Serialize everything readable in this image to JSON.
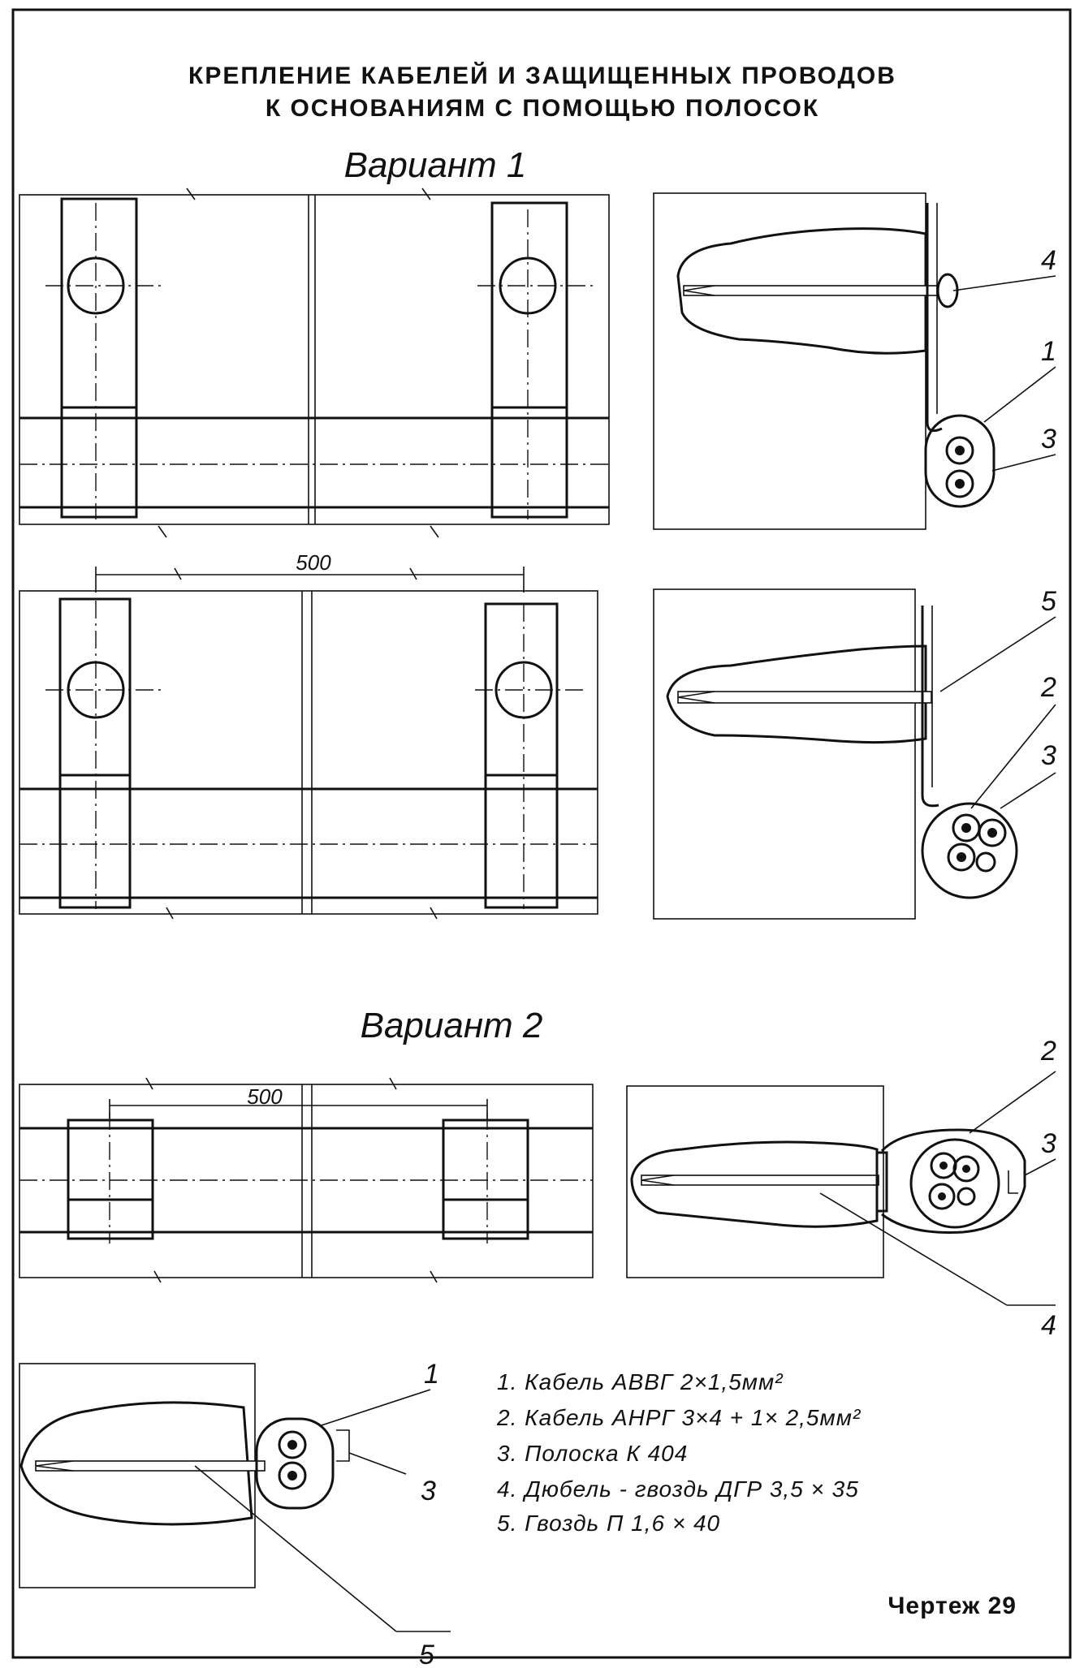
{
  "title": {
    "line1": "КРЕПЛЕНИЕ КАБЕЛЕЙ И ЗАЩИЩЕННЫХ ПРОВОДОВ",
    "line2": "К ОСНОВАНИЯМ С ПОМОЩЬЮ ПОЛОСОК"
  },
  "variants": {
    "v1": "Вариант 1",
    "v2": "Вариант 2"
  },
  "dimensions": {
    "spacing_v1": "500",
    "spacing_v2": "500"
  },
  "callouts": {
    "a_top_nail": "4",
    "a_cable": "1",
    "a_strip": "3",
    "b_nail": "5",
    "b_cable": "2",
    "b_strip": "3",
    "c_cable": "2",
    "c_strip": "3",
    "c_nail": "4",
    "d_cable": "1",
    "d_strip": "3",
    "d_nail": "5"
  },
  "legend": [
    "1. Кабель АВВГ  2×1,5мм²",
    "2. Кабель АНРГ  3×4 + 1× 2,5мм²",
    "3. Полоска        К 404",
    "4. Дюбель - гвоздь  ДГР  3,5 × 35",
    "5. Гвоздь  П 1,6 × 40"
  ],
  "sheet_label": "Чертеж 29"
}
